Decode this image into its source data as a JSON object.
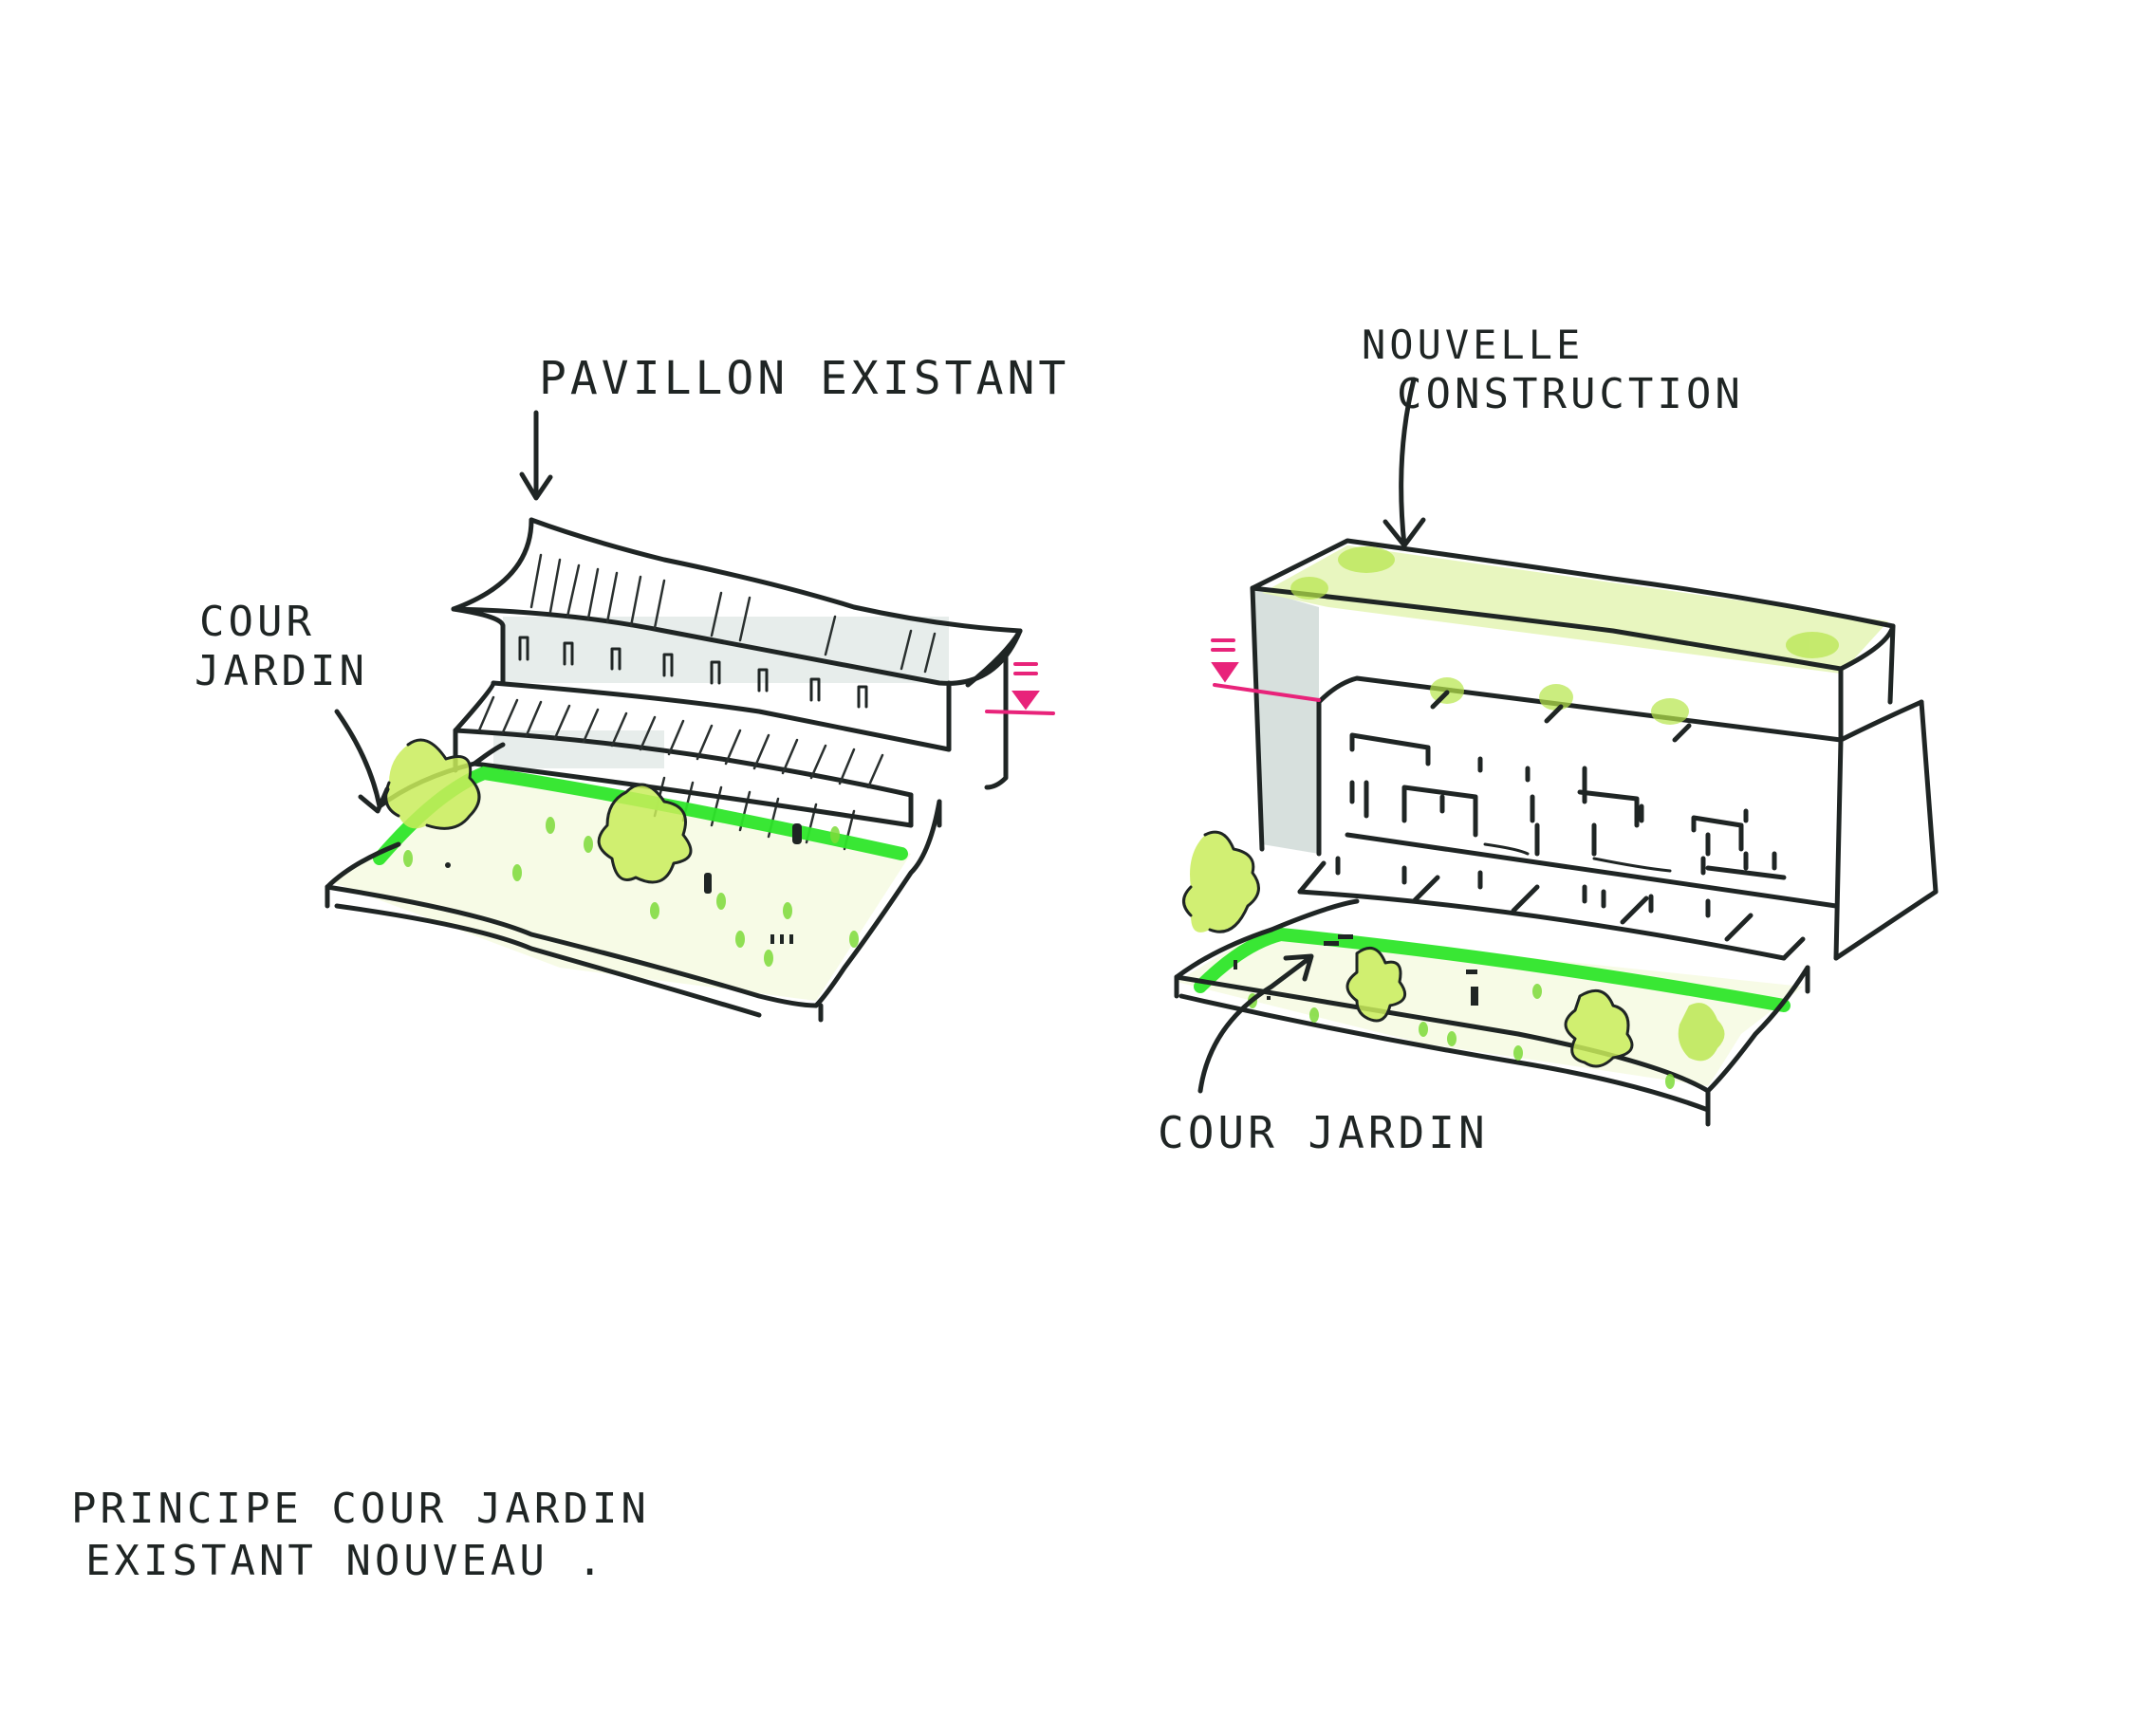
{
  "labels": {
    "pavillon": "PAVILLON EXISTANT",
    "cour_left_1": "COUR",
    "cour_left_2": "JARDIN",
    "nouvelle_1": "NOUVELLE",
    "nouvelle_2": "CONSTRUCTION",
    "cour_right": "COUR JARDIN",
    "caption_1": "PRINCIPE COUR JARDIN",
    "caption_2": "EXISTANT NOUVEAU ."
  },
  "colors": {
    "ink": "#1f2524",
    "garden_green": "#2ee62a",
    "wash_green": "#c9ec5a",
    "level_marker": "#e8237a",
    "shadow_grey": "#c9d6d2"
  }
}
